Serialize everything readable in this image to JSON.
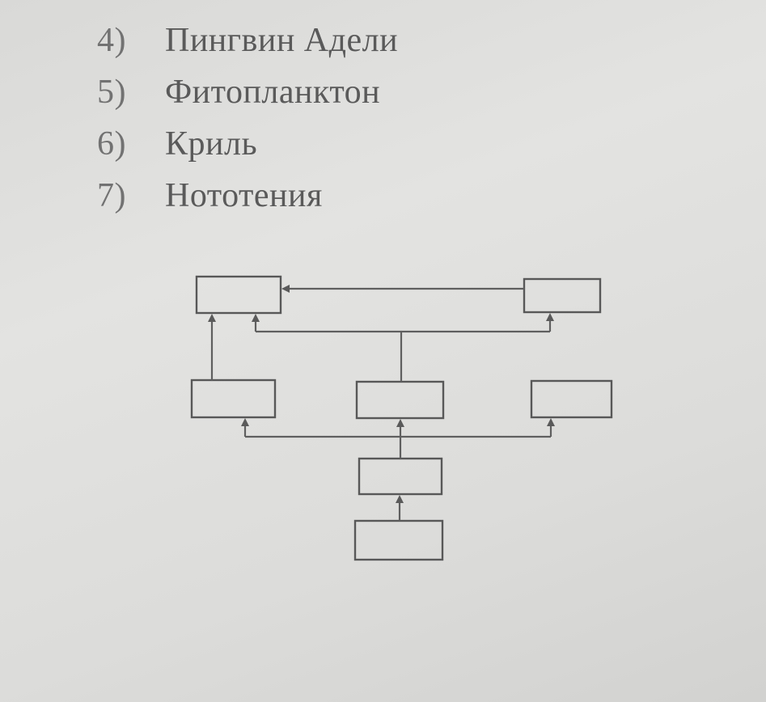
{
  "options": [
    {
      "number": "4)",
      "label": "Пингвин Адели"
    },
    {
      "number": "5)",
      "label": "Фитопланктон"
    },
    {
      "number": "6)",
      "label": "Криль"
    },
    {
      "number": "7)",
      "label": "Нототения"
    }
  ],
  "food_web": {
    "box_count": 7,
    "box_labels": [
      "",
      "",
      "",
      "",
      "",
      "",
      ""
    ],
    "connections": [
      {
        "from": "bottom-box",
        "to": "middle-box"
      },
      {
        "from": "middle-box",
        "to": "row2-left-box"
      },
      {
        "from": "middle-box",
        "to": "row2-center-box"
      },
      {
        "from": "middle-box",
        "to": "row2-right-box"
      },
      {
        "from": "row2-left-box",
        "to": "top-left-box"
      },
      {
        "from": "row2-center-box",
        "to": "top-left-box"
      },
      {
        "from": "row2-center-box",
        "to": "top-right-box"
      },
      {
        "from": "top-right-box",
        "to": "top-left-box"
      }
    ]
  },
  "colors": {
    "paper": "#dcdcda",
    "ink": "#5a5a5a"
  }
}
